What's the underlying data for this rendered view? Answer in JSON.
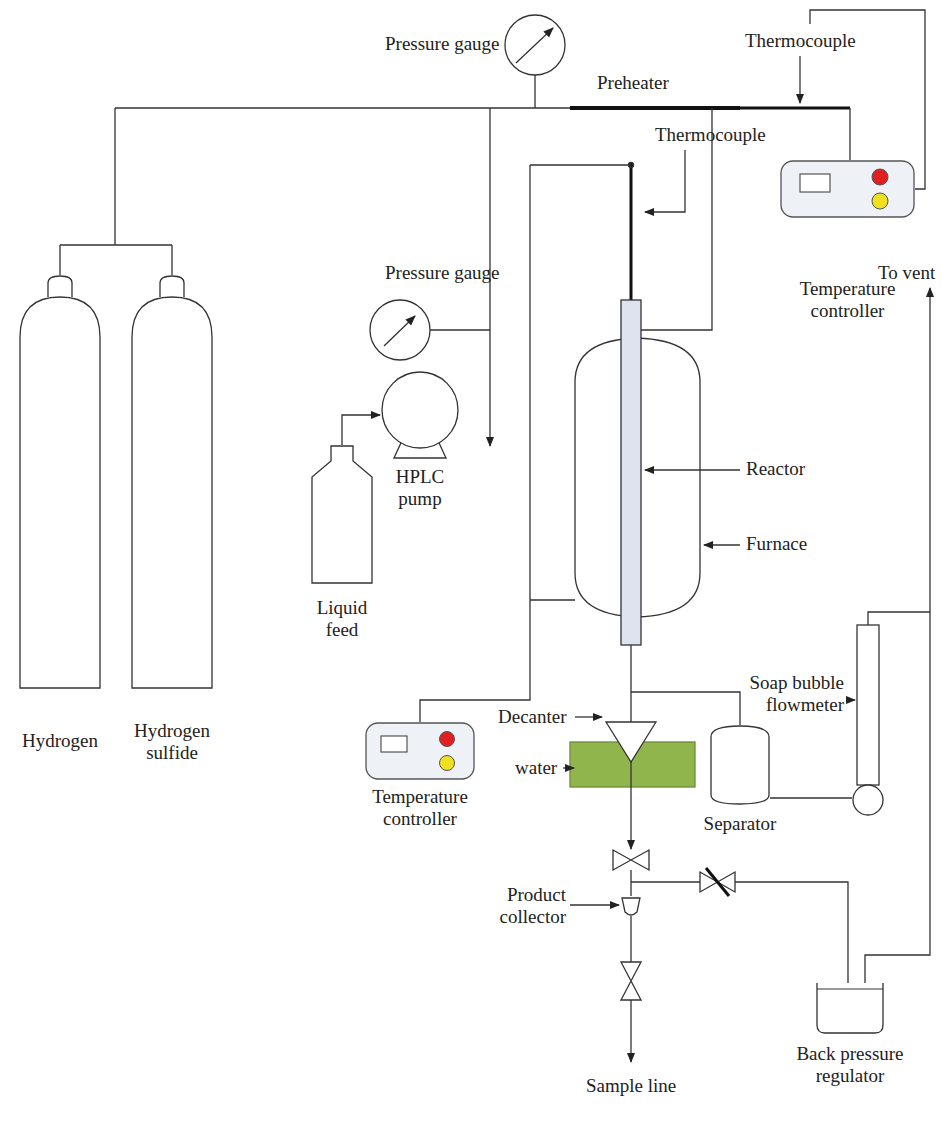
{
  "diagram": {
    "nodes": [
      {
        "text": [
          "Temperature controller"
        ]
      },
      {
        "text": [
          "HPLC pump"
        ]
      },
      {
        "text": [
          "Liquid feed"
        ]
      },
      {
        "text": [
          "Hydrogen"
        ]
      },
      {
        "text": [
          "Hydrogen sulfide"
        ]
      },
      {
        "text": [
          "Temperature controller"
        ]
      },
      {
        "text": [
          "Separator"
        ]
      },
      {
        "text": [
          "Back pressure regulator"
        ]
      }
    ],
    "edges": [
      {
        "from": 2,
        "to": 1,
        "arrow": "to"
      }
    ],
    "labels": [
      "Pressure gauge",
      "Preheater",
      "Thermocouple",
      "Thermocouple",
      "Pressure gauge",
      "To vent",
      "Reactor",
      "Furnace",
      "Soap bubble flowmeter",
      "Decanter",
      "water",
      "Product collector",
      "Sample line"
    ]
  }
}
